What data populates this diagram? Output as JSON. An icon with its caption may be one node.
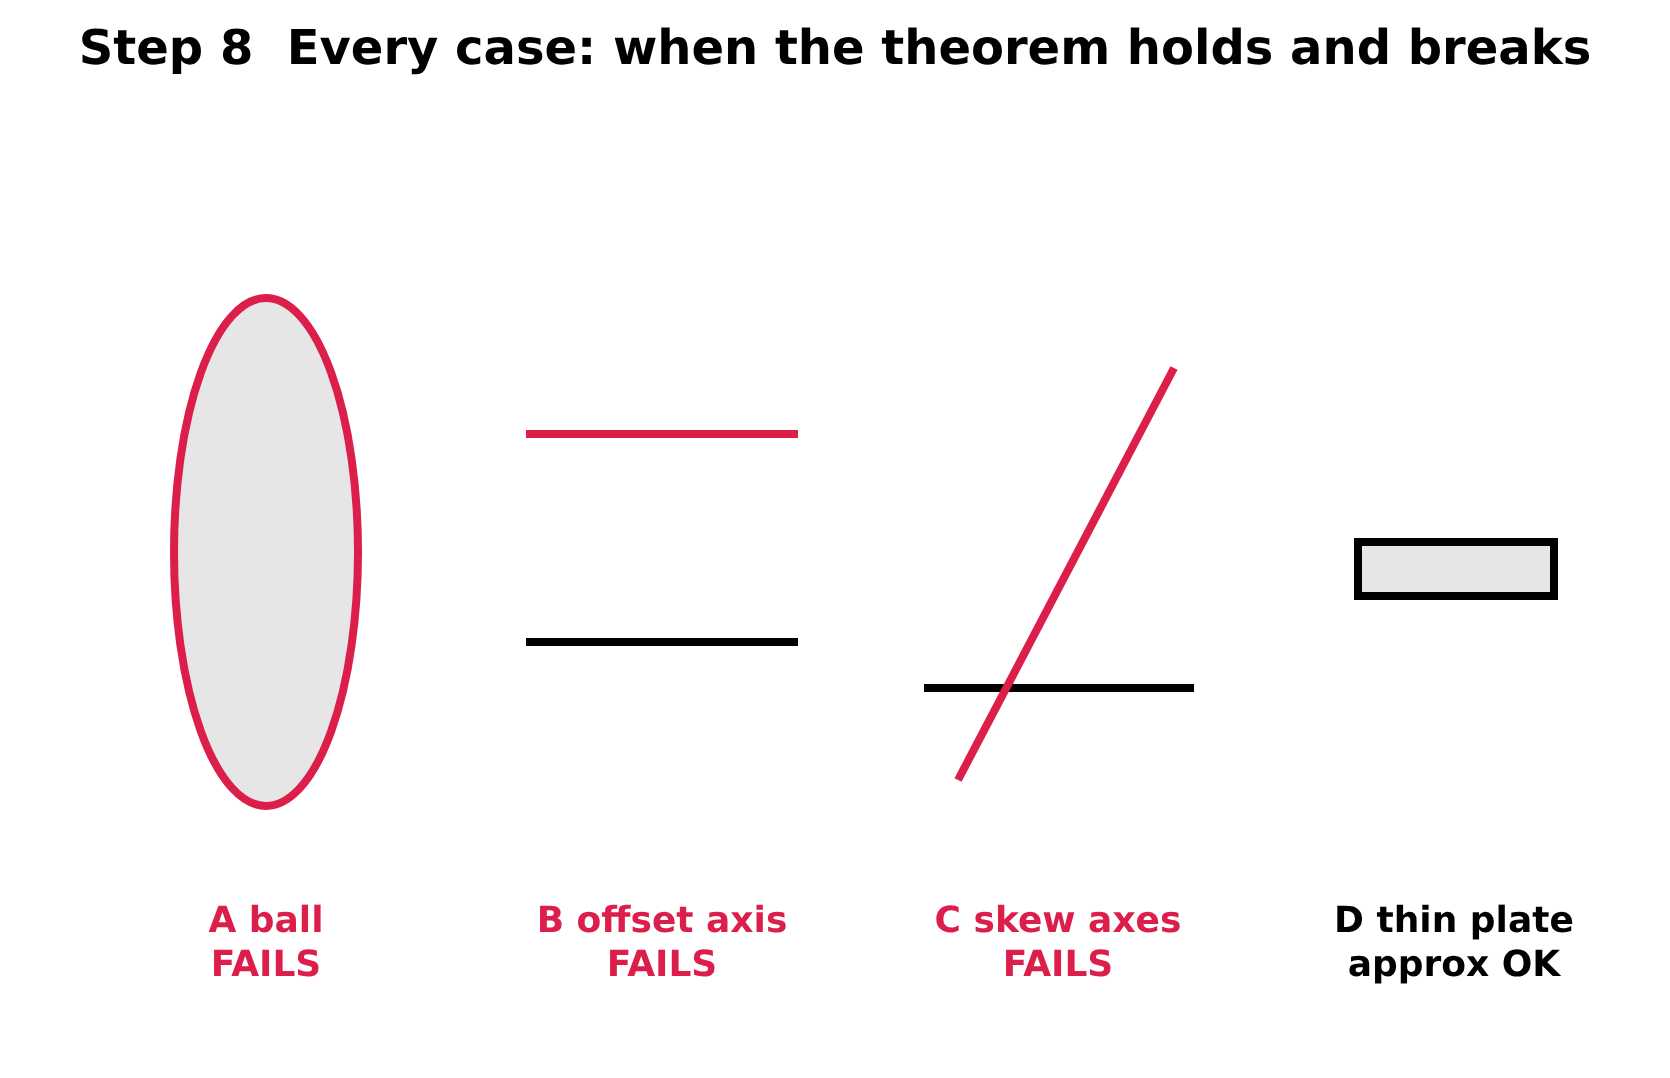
{
  "diagram": {
    "title": "Step 8  Every case: when the theorem holds and breaks",
    "nodes": [
      {
        "text": [],
        "shape": "ellipse"
      },
      {
        "text": [],
        "shape": "box"
      }
    ],
    "labels": [
      "A ball",
      "FAILS",
      "B offset axis",
      "FAILS",
      "C skew axes",
      "FAILS",
      "D thin plate",
      "approx OK"
    ]
  }
}
